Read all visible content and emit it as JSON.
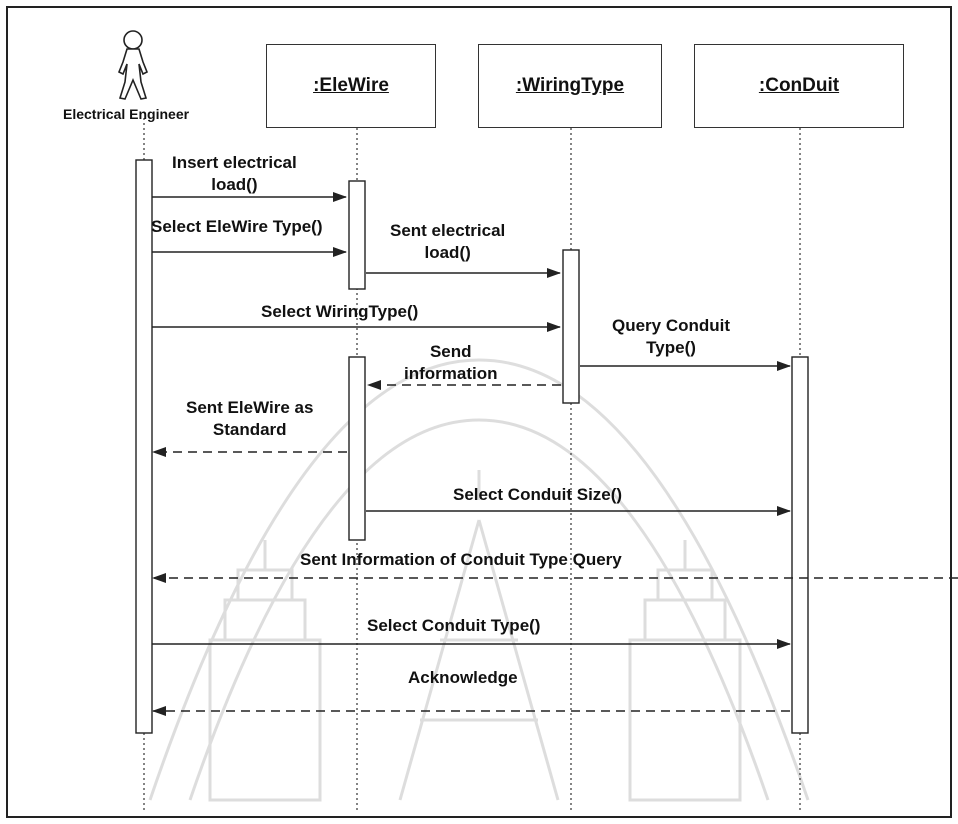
{
  "actor": {
    "name": "Electrical Engineer"
  },
  "objects": [
    {
      "id": "elewire",
      "label": ":EleWire"
    },
    {
      "id": "wiringtype",
      "label": ":WiringType"
    },
    {
      "id": "conduit",
      "label": ":ConDuit"
    }
  ],
  "messages": [
    {
      "id": "m1",
      "from": "actor",
      "to": "elewire",
      "type": "sync",
      "lines": [
        "Insert electrical",
        "load()"
      ]
    },
    {
      "id": "m2",
      "from": "actor",
      "to": "elewire",
      "type": "sync",
      "lines": [
        "Select EleWire Type()"
      ]
    },
    {
      "id": "m3",
      "from": "elewire",
      "to": "wiringtype",
      "type": "sync",
      "lines": [
        "Sent electrical",
        "load()"
      ]
    },
    {
      "id": "m4",
      "from": "actor",
      "to": "wiringtype",
      "type": "sync",
      "lines": [
        "Select WiringType()"
      ]
    },
    {
      "id": "m5",
      "from": "wiringtype",
      "to": "conduit",
      "type": "sync",
      "lines": [
        "Query Conduit",
        "Type()"
      ]
    },
    {
      "id": "m6",
      "from": "wiringtype",
      "to": "elewire",
      "type": "return",
      "lines": [
        "Send",
        "information"
      ]
    },
    {
      "id": "m7",
      "from": "elewire",
      "to": "actor",
      "type": "return",
      "lines": [
        "Sent EleWire as",
        "Standard"
      ]
    },
    {
      "id": "m8",
      "from": "elewire",
      "to": "conduit",
      "type": "sync",
      "lines": [
        "Select Conduit Size()"
      ]
    },
    {
      "id": "m9",
      "from": "conduit",
      "to": "actor",
      "type": "return",
      "lines": [
        "Sent Information of Conduit Type Query"
      ]
    },
    {
      "id": "m10",
      "from": "actor",
      "to": "conduit",
      "type": "sync",
      "lines": [
        "Select Conduit Type()"
      ]
    },
    {
      "id": "m11",
      "from": "conduit",
      "to": "actor",
      "type": "return",
      "lines": [
        "Acknowledge"
      ]
    }
  ]
}
